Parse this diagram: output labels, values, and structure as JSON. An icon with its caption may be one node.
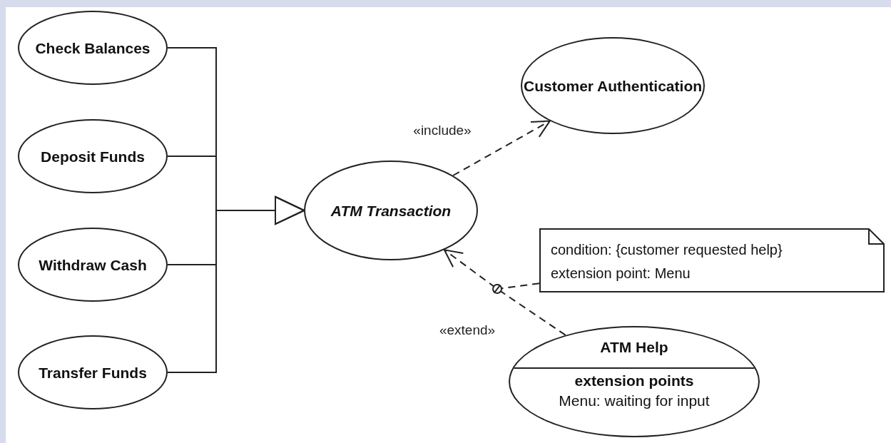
{
  "diagram": {
    "nodes": [
      {
        "text": [
          "Check Balances"
        ]
      },
      {
        "text": [
          "Deposit Funds"
        ]
      },
      {
        "text": [
          "Withdraw Cash"
        ]
      },
      {
        "text": [
          "Transfer Funds"
        ]
      },
      {
        "text": [
          "ATM Transaction"
        ]
      },
      {
        "text": [
          "Customer Authentication"
        ]
      },
      {
        "text": [
          "condition: {customer requested help}",
          "extension point: Menu"
        ]
      },
      {
        "text": [
          "ATM Help",
          "extension points",
          "Menu: waiting for input"
        ]
      }
    ],
    "edges": [
      {
        "from": 0,
        "to": 4,
        "arrow": "to"
      },
      {
        "from": 1,
        "to": 4,
        "arrow": "to"
      },
      {
        "from": 2,
        "to": 4,
        "arrow": "to"
      },
      {
        "from": 3,
        "to": 4,
        "arrow": "to"
      },
      {
        "from": 4,
        "to": 5,
        "arrow": "to",
        "label": "«include»",
        "style": "dashed"
      },
      {
        "from": 7,
        "to": 4,
        "arrow": "to",
        "label": "«extend»",
        "style": "dashed"
      },
      {
        "from": 6,
        "to": null,
        "arrow": "other",
        "style": "dashed"
      }
    ]
  }
}
